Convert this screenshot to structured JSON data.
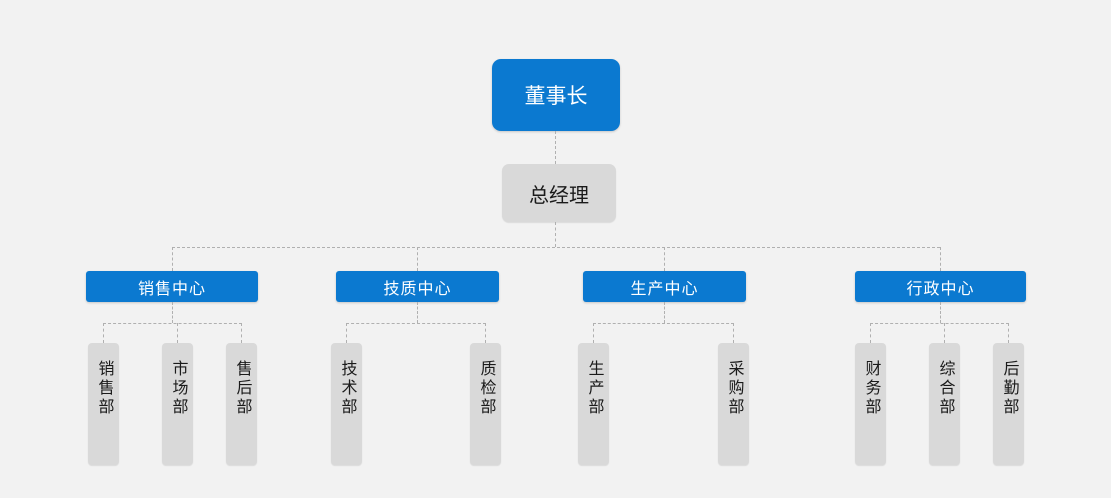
{
  "style": {
    "background": "#f2f2f2",
    "node_blue": "#0b79d0",
    "node_gray": "#d9d9d9",
    "connector_gray": "#b0b0b0",
    "text_on_blue": "#ffffff",
    "text_on_gray": "#1a1a1a"
  },
  "org_chart": {
    "root": {
      "label": "董事长"
    },
    "manager": {
      "label": "总经理"
    },
    "centers": [
      {
        "label": "销售中心",
        "departments": [
          {
            "label": "销售部"
          },
          {
            "label": "市场部"
          },
          {
            "label": "售后部"
          }
        ]
      },
      {
        "label": "技质中心",
        "departments": [
          {
            "label": "技术部"
          },
          {
            "label": "质检部"
          }
        ]
      },
      {
        "label": "生产中心",
        "departments": [
          {
            "label": "生产部"
          },
          {
            "label": "采购部"
          }
        ]
      },
      {
        "label": "行政中心",
        "departments": [
          {
            "label": "财务部"
          },
          {
            "label": "综合部"
          },
          {
            "label": "后勤部"
          }
        ]
      }
    ]
  }
}
